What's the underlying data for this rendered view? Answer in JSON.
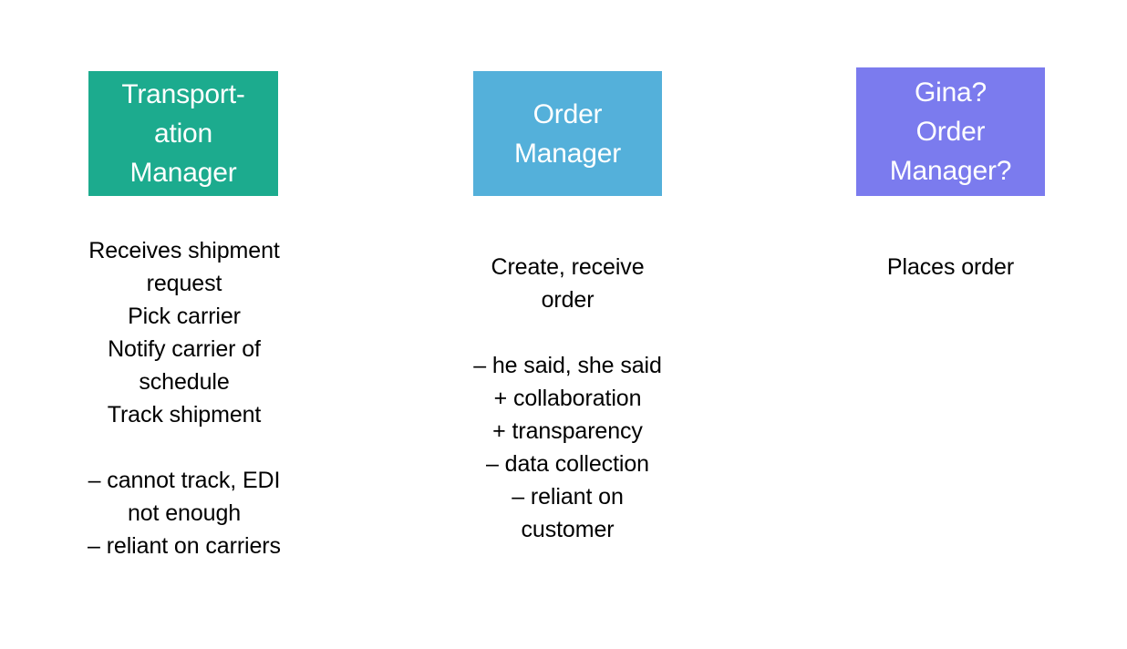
{
  "slide": {
    "background_color": "#ffffff",
    "columns": [
      {
        "id": "transportation-manager",
        "header": {
          "text": "Transport-\nation\nManager",
          "background_color": "#1cab8e",
          "text_color": "#ffffff"
        },
        "body_primary": "Receives shipment\nrequest\nPick carrier\nNotify carrier of\nschedule\nTrack shipment",
        "body_secondary": "– cannot track, EDI\nnot enough\n– reliant on carriers"
      },
      {
        "id": "order-manager",
        "header": {
          "text": "Order\nManager",
          "background_color": "#54b0da",
          "text_color": "#ffffff"
        },
        "body_primary": "Create, receive\norder",
        "body_secondary": "– he said, she said\n+ collaboration\n+ transparency\n– data collection\n– reliant on\ncustomer"
      },
      {
        "id": "gina-order-manager",
        "header": {
          "text": "Gina?\nOrder\nManager?",
          "background_color": "#7b7bee",
          "text_color": "#ffffff"
        },
        "body_primary": "Places order",
        "body_secondary": ""
      }
    ]
  }
}
